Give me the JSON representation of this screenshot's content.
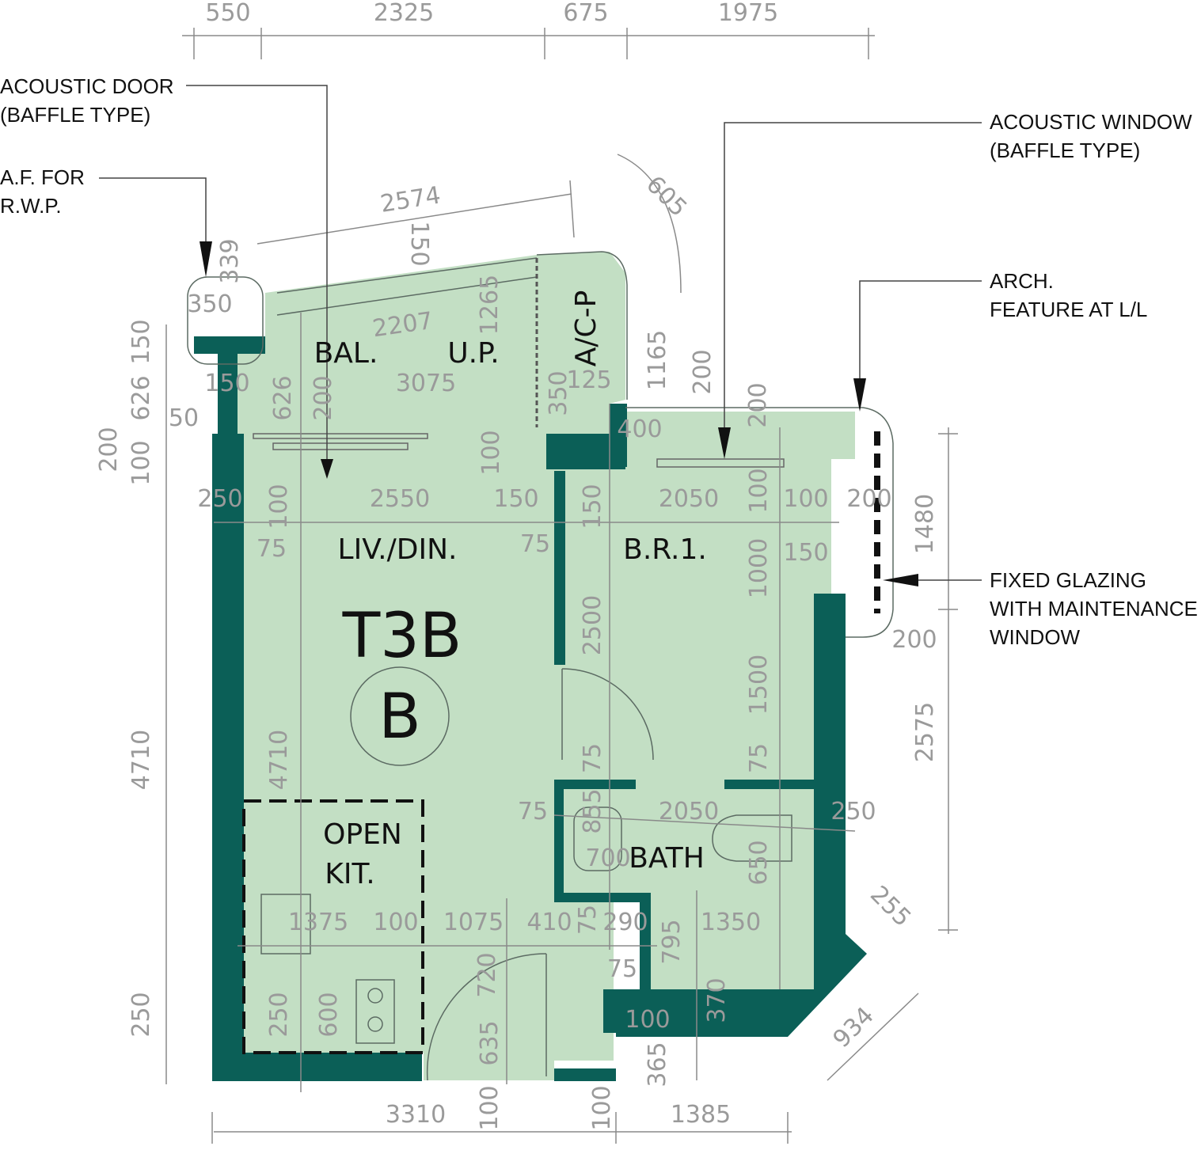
{
  "plan": {
    "unit_code": "T3B",
    "unit_letter": "B"
  },
  "rooms": {
    "balcony": "BAL.",
    "utility_platform": "U.P.",
    "ac_platform": "A/C-P",
    "living_dining": "LIV./DIN.",
    "bedroom1": "B.R.1.",
    "open_kitchen_line1": "OPEN",
    "open_kitchen_line2": "KIT.",
    "bath": "BATH"
  },
  "notes": {
    "acoustic_door_1": "ACOUSTIC DOOR",
    "acoustic_door_2": "(BAFFLE TYPE)",
    "af_rwp_1": "A.F. FOR",
    "af_rwp_2": "R.W.P.",
    "acoustic_window_1": "ACOUSTIC WINDOW",
    "acoustic_window_2": "(BAFFLE TYPE)",
    "arch_feature_1": "ARCH.",
    "arch_feature_2": "FEATURE AT L/L",
    "fixed_glazing_1": "FIXED GLAZING",
    "fixed_glazing_2": "WITH MAINTENANCE",
    "fixed_glazing_3": "WINDOW"
  },
  "dimensions": {
    "top_550": "550",
    "top_2325": "2325",
    "top_675": "675",
    "top_1975": "1975",
    "d2574": "2574",
    "d605": "605",
    "d150a": "150",
    "d339": "339",
    "d350a": "350",
    "d2207": "2207",
    "d1265": "1265",
    "d3075": "3075",
    "d1165": "1165",
    "d200a": "200",
    "d350b": "350",
    "d125": "125",
    "d400": "400",
    "d200b": "200",
    "d150b": "150",
    "d626a": "626",
    "d50": "50",
    "d200c": "200",
    "d100a": "100",
    "d150c": "150",
    "d626b": "626",
    "d200d": "200",
    "d100b": "100",
    "d250a": "250",
    "d100c": "100",
    "d2550": "2550",
    "d150d": "150",
    "d150e": "150",
    "d2050a": "2050",
    "d100d": "100",
    "d100e": "100",
    "d200e": "200",
    "d1480": "1480",
    "d75a": "75",
    "d75b": "75",
    "d1000": "1000",
    "d150f": "150",
    "d2500": "2500",
    "d200f": "200",
    "d1500": "1500",
    "d2575": "2575",
    "d4710a": "4710",
    "d4710b": "4710",
    "d75c": "75",
    "d75d": "75",
    "d75e": "75",
    "d855": "855",
    "d2050b": "2050",
    "d250b": "250",
    "d700": "700",
    "d650": "650",
    "d255": "255",
    "d1375": "1375",
    "d100f": "100",
    "d1075": "1075",
    "d410": "410",
    "d75f": "75",
    "d290": "290",
    "d1350": "1350",
    "d795": "795",
    "d75g": "75",
    "d720": "720",
    "d370": "370",
    "d250c": "250",
    "d250d": "250",
    "d600": "600",
    "d635": "635",
    "d100g": "100",
    "d934": "934",
    "d365": "365",
    "d3310": "3310",
    "d100h": "100",
    "d100i": "100",
    "d1385": "1385"
  }
}
